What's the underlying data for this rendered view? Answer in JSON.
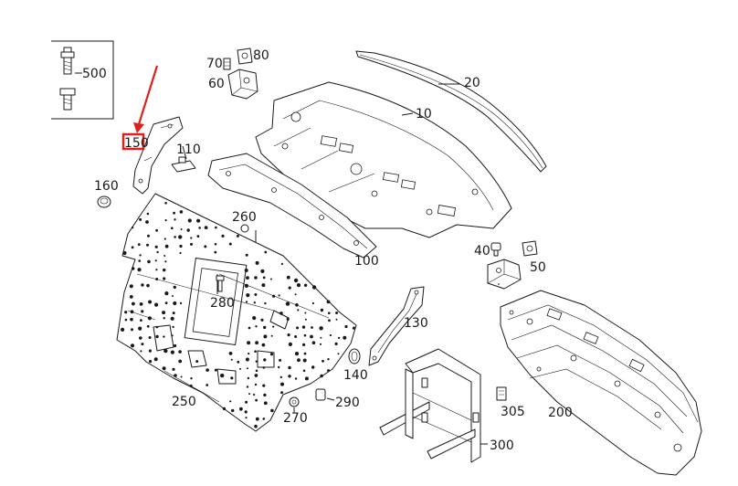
{
  "diagram": {
    "highlight_color": "#e0201c",
    "line_color": "#1a1a1a",
    "background": "#ffffff",
    "callouts": {
      "p500": "500",
      "p70": "70",
      "p80": "80",
      "p60": "60",
      "p20": "20",
      "p10": "10",
      "p150": "150",
      "p110": "110",
      "p160": "160",
      "p260": "260",
      "p100": "100",
      "p40": "40",
      "p50": "50",
      "p280": "280",
      "p130": "130",
      "p140": "140",
      "p250": "250",
      "p290": "290",
      "p270": "270",
      "p305": "305",
      "p200": "200",
      "p300": "300"
    },
    "highlighted_part": "150",
    "arrow_icon": "red-arrow-pointer"
  }
}
